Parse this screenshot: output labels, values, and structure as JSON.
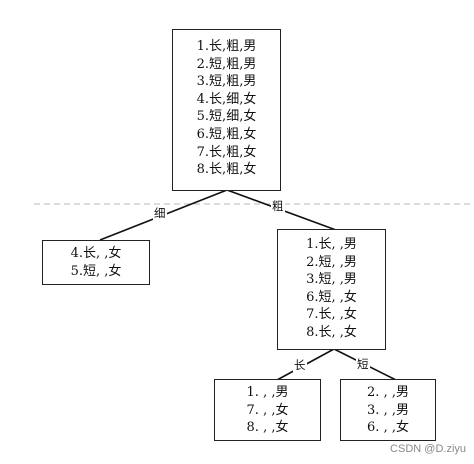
{
  "root": {
    "rows": [
      "1.长,粗,男",
      "2.短,粗,男",
      "3.短,粗,男",
      "4.长,细,女",
      "5.短,细,女",
      "6.短,粗,女",
      "7.长,粗,女",
      "8.长,粗,女"
    ]
  },
  "edges": {
    "root_left": "细",
    "root_right": "粗",
    "mid_left": "长",
    "mid_right": "短"
  },
  "left_leaf": {
    "rows": [
      "4.长, ,女",
      "5.短, ,女"
    ]
  },
  "mid": {
    "rows": [
      "1.长, ,男",
      "2.短, ,男",
      "3.短, ,男",
      "6.短, ,女",
      "7.长, ,女",
      "8.长, ,女"
    ]
  },
  "bottom_left": {
    "rows": [
      "1. , ,男",
      "7. , ,女",
      "8. , ,女"
    ]
  },
  "bottom_right": {
    "rows": [
      "2. , ,男",
      "3. , ,男",
      "6. , ,女"
    ]
  },
  "watermark": "CSDN @D.ziyu"
}
